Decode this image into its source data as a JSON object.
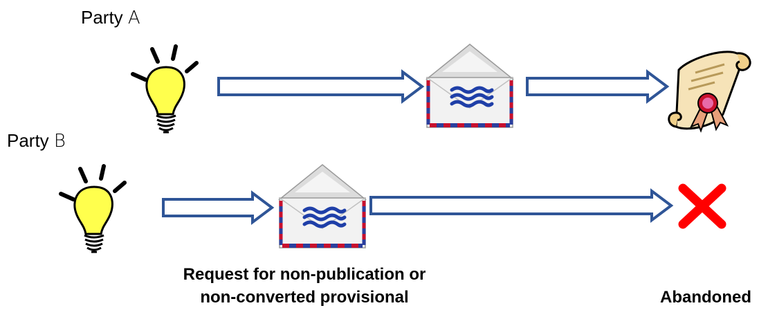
{
  "party_a": {
    "label": "Party",
    "letter": "A"
  },
  "party_b": {
    "label": "Party",
    "letter": "B"
  },
  "caption_request": {
    "line1": "Request for non-publication or",
    "line2": "non-converted provisional"
  },
  "caption_abandoned": "Abandoned",
  "colors": {
    "arrow_stroke": "#2F5597",
    "bulb_fill": "#FFFF4D",
    "bulb_outline": "#000000",
    "envelope_red": "#C8102E",
    "envelope_blue": "#2B3F9E",
    "wave_blue": "#1F3FA8",
    "x_red": "#FF0000",
    "scroll_fill": "#F6E3B8",
    "seal_red": "#D4145A"
  },
  "icons": [
    "light-bulb-icon",
    "envelope-icon",
    "certificate-scroll-icon",
    "red-x-icon"
  ]
}
